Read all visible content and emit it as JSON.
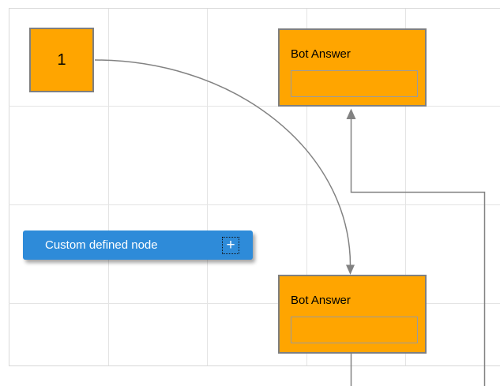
{
  "nodes": {
    "start": {
      "label": "1"
    },
    "bot_answer_top": {
      "title": "Bot Answer"
    },
    "bot_answer_bottom": {
      "title": "Bot Answer"
    },
    "custom": {
      "label": "Custom defined node",
      "icon": "plus-icon",
      "icon_glyph": "+"
    }
  },
  "connectors": [
    {
      "type": "curve",
      "from": "start",
      "to": "bot_answer_bottom",
      "arrow": "down"
    },
    {
      "type": "orthogonal",
      "to": "bot_answer_top",
      "arrow": "up"
    }
  ],
  "colors": {
    "canvas_bg": "#ffffff",
    "grid_line": "#e4e4e4",
    "grid_boundary": "#d8d8d8",
    "node_fill": "#ffa500",
    "node_border": "#7f7f7f",
    "inner_field_border": "#9b9b9b",
    "node_text": "#000000",
    "connector": "#828282",
    "button_fill": "#2e8bd9",
    "button_text": "#ffffff"
  }
}
